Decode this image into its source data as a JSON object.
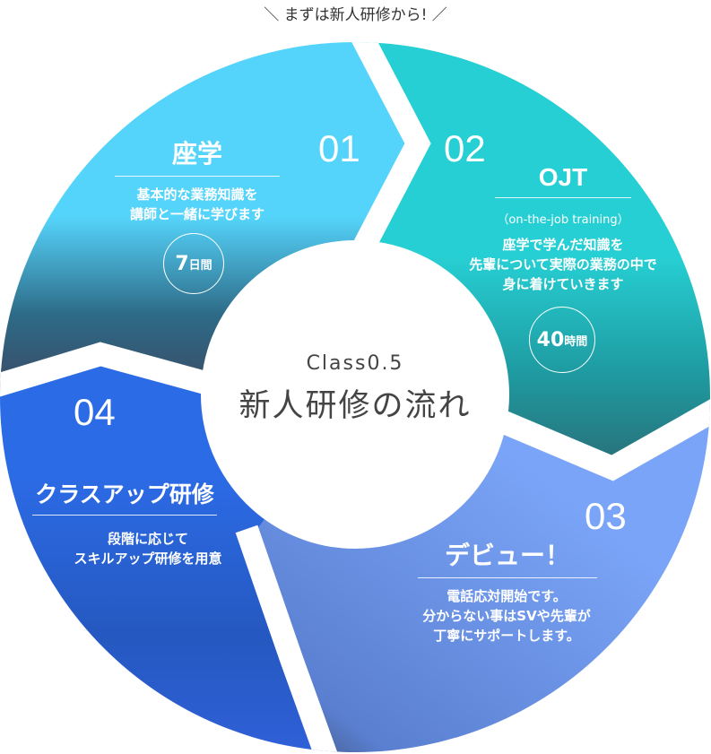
{
  "heading": "＼ まずは新人研修から! ／",
  "center": {
    "label": "Class0.5",
    "title": "新人研修の流れ"
  },
  "colors": {
    "step1": "#55d4fb",
    "step2": "#26cfd3",
    "step3": "#7aa4f7",
    "step4": "#2c6be6"
  },
  "steps": [
    {
      "number": "01",
      "title": "座学",
      "lines": [
        "基本的な業務知識を",
        "講師と一緒に学びます"
      ],
      "duration_value": "7",
      "duration_unit": "日間"
    },
    {
      "number": "02",
      "title": "OJT",
      "subtitle": "（on-the-job training）",
      "lines": [
        "座学で学んだ知識を",
        "先輩について実際の業務の中で",
        "身に着けていきます"
      ],
      "duration_value": "40",
      "duration_unit": "時間"
    },
    {
      "number": "03",
      "title": "デビュー！",
      "lines": [
        "電話応対開始です。",
        "分からない事はSVや先輩が",
        "丁寧にサポートします。"
      ]
    },
    {
      "number": "04",
      "title": "クラスアップ研修",
      "lines": [
        "段階に応じて",
        "スキルアップ研修を用意"
      ]
    }
  ]
}
